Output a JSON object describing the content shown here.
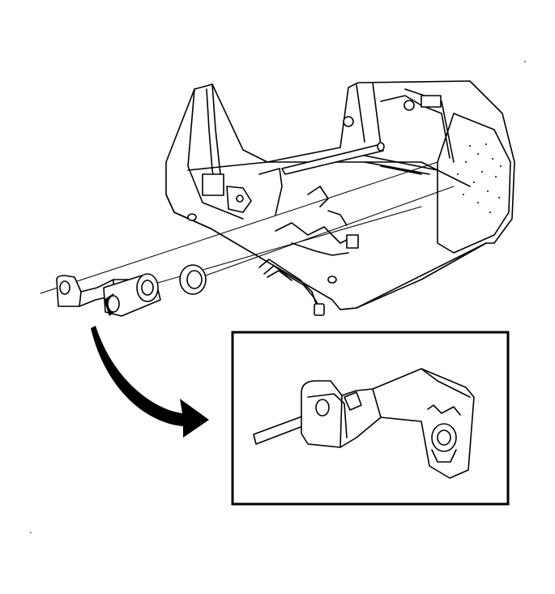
{
  "illustration": {
    "kind": "technical-line-drawing",
    "components": [
      "console-base",
      "console-shaft-rod",
      "pivot-bracket",
      "bushing",
      "washer",
      "detail-inset",
      "callout-arrow"
    ]
  },
  "colors": {
    "line": "#000000",
    "background": "#ffffff"
  },
  "detail_view": {
    "frame": "rectangle"
  },
  "callout": {
    "direction": "down-right"
  }
}
